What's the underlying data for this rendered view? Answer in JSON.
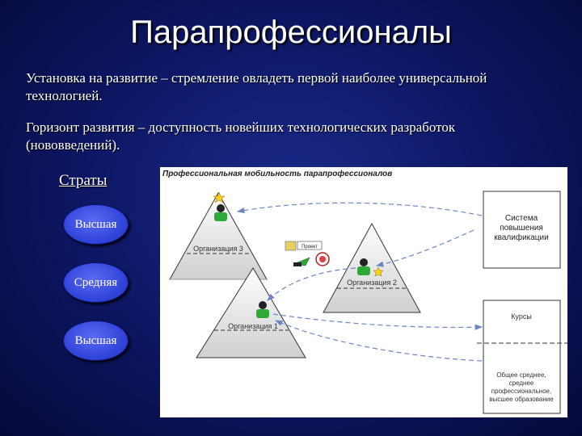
{
  "slide": {
    "title": "Парапрофессионалы",
    "paragraph1": "Установка на развитие – стремление овладеть первой наиболее универсальной технологией.",
    "paragraph2": "Горизонт развития – доступность новейших технологических разработок (нововведений)."
  },
  "strata": {
    "label": "Страты",
    "items": [
      "Высшая",
      "Средняя",
      "Высшая"
    ]
  },
  "diagram": {
    "title": "Профессиональная мобильность парапрофессионалов",
    "org3": "Организация 3",
    "org2": "Организация 2",
    "org1": "Организация 1",
    "project": "Проект",
    "system_line1": "Система",
    "system_line2": "повышения",
    "system_line3": "квалификации",
    "courses": "Курсы",
    "edu_line1": "Общее среднее,",
    "edu_line2": "среднее",
    "edu_line3": "профессиональное,",
    "edu_line4": "высшее образование"
  }
}
